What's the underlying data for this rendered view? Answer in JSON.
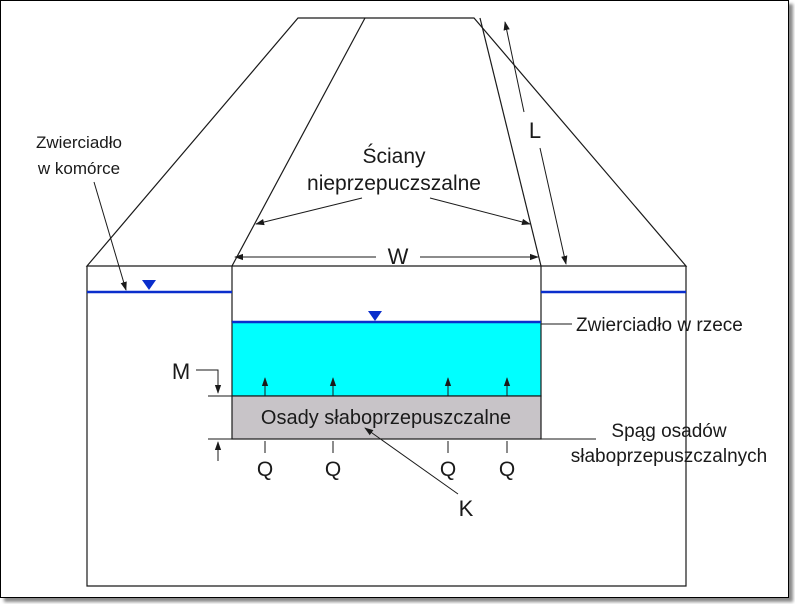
{
  "labels": {
    "cell_water_line1": "Zwierciadło",
    "cell_water_line2": "w komórce",
    "walls_line1": "Ściany",
    "walls_line2": "nieprzepuczszalne",
    "length_symbol": "L",
    "width_symbol": "W",
    "river_water": "Zwierciadło w rzece",
    "thickness_symbol": "M",
    "sediments": "Osady słaboprzepuszczalne",
    "sediment_base_line1": "Spąg osadów",
    "sediment_base_line2": "słaboprzepuszczalnych",
    "flux_symbol": "Q",
    "conductivity_symbol": "K"
  },
  "colors": {
    "river_water": "#00ffff",
    "sediment": "#c8c4c8",
    "water_table": "#0a2ecc",
    "water_marker": "#0a2ecc",
    "outline": "#1a1a1a"
  }
}
